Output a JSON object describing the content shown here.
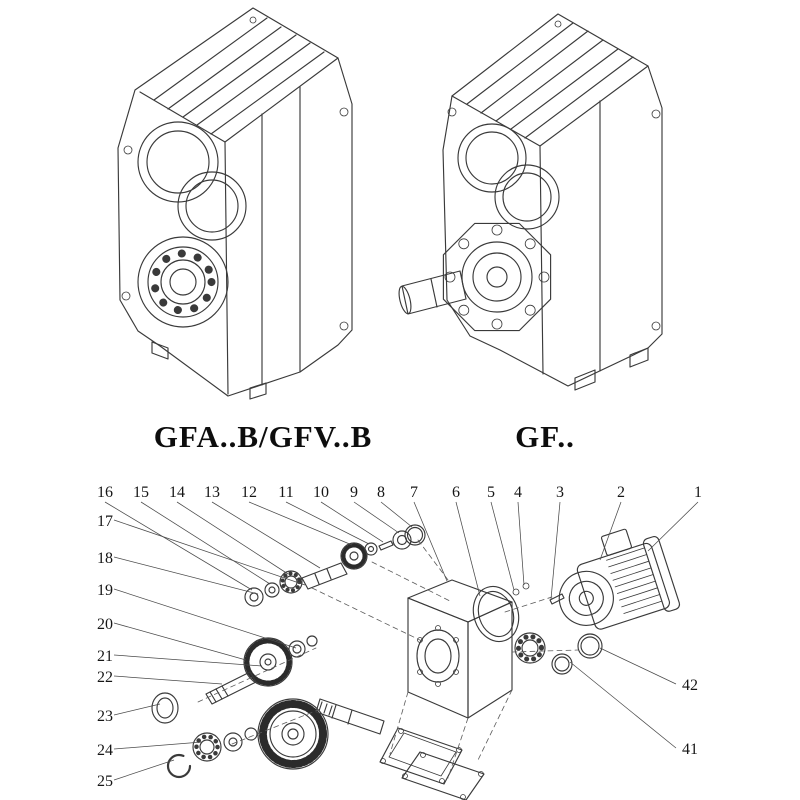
{
  "colors": {
    "background": "#ffffff",
    "line": "#3a3a3a",
    "text": "#161616"
  },
  "models": {
    "left": "GFA..B/GFV..B",
    "right": "GF.."
  },
  "callouts": {
    "top": [
      "16",
      "15",
      "14",
      "13",
      "12",
      "11",
      "10",
      "9",
      "8",
      "7",
      "6",
      "5",
      "4",
      "3",
      "2",
      "1"
    ],
    "left": [
      "17",
      "18",
      "19",
      "20",
      "21",
      "22",
      "23",
      "24",
      "25"
    ],
    "right": [
      "42",
      "41"
    ]
  }
}
